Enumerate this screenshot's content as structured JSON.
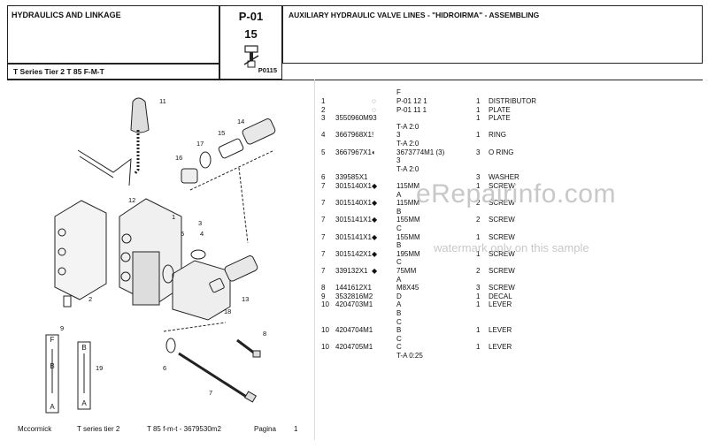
{
  "header": {
    "section_title": "HYDRAULICS AND LINKAGE",
    "series": "T Series Tier 2  T 85 F-M-T",
    "page_code": "P-01",
    "page_number": "15",
    "figure_ref": "P0115",
    "assembly_title": "AUXILIARY HYDRAULIC VALVE LINES - \"HIDROIRMA\" - ASSEMBLING"
  },
  "diagram": {
    "callouts": [
      "11",
      "14",
      "15",
      "17",
      "16",
      "12",
      "1",
      "3",
      "5",
      "4",
      "2",
      "13",
      "18",
      "9",
      "8",
      "6",
      "19",
      "7"
    ],
    "indicator_left": [
      "F",
      "B",
      "A"
    ],
    "indicator_right": [
      "B",
      "A"
    ]
  },
  "parts": {
    "column_header": "F",
    "rows": [
      {
        "item": "1",
        "part": "",
        "ref": "P-01 12  1",
        "qty": "1",
        "desc": "DISTRIBUTOR",
        "icon": "circle"
      },
      {
        "item": "2",
        "part": "",
        "ref": "P-01 11  1",
        "qty": "1",
        "desc": "PLATE",
        "icon": "circle"
      },
      {
        "item": "3",
        "part": "3550960M93",
        "ref": "",
        "qty": "1",
        "desc": "PLATE",
        "icon": ""
      },
      {
        "item": "",
        "part": "",
        "ref": "T-A 2:0",
        "qty": "",
        "desc": "",
        "icon": ""
      },
      {
        "item": "4",
        "part": "3667968X1",
        "ref": "3",
        "qty": "1",
        "desc": "RING",
        "icon": "exclaim"
      },
      {
        "item": "",
        "part": "",
        "ref": "T-A 2:0",
        "qty": "",
        "desc": "",
        "icon": ""
      },
      {
        "item": "5",
        "part": "3667967X1",
        "ref": "3673774M1  (3)",
        "qty": "3",
        "desc": "O RING",
        "icon": "dotcircle"
      },
      {
        "item": "",
        "part": "",
        "ref": "3",
        "qty": "",
        "desc": "",
        "icon": ""
      },
      {
        "item": "",
        "part": "",
        "ref": "T-A 2:0",
        "qty": "",
        "desc": "",
        "icon": ""
      },
      {
        "item": "6",
        "part": "339585X1",
        "ref": "",
        "qty": "3",
        "desc": "WASHER",
        "icon": ""
      },
      {
        "item": "7",
        "part": "3015140X1",
        "ref": "115MM",
        "qty": "1",
        "desc": "SCREW",
        "icon": "diamond"
      },
      {
        "item": "",
        "part": "",
        "ref": "A",
        "qty": "",
        "desc": "",
        "icon": ""
      },
      {
        "item": "7",
        "part": "3015140X1",
        "ref": "115MM",
        "qty": "2",
        "desc": "SCREW",
        "icon": "diamond"
      },
      {
        "item": "",
        "part": "",
        "ref": "B",
        "qty": "",
        "desc": "",
        "icon": ""
      },
      {
        "item": "7",
        "part": "3015141X1",
        "ref": "155MM",
        "qty": "2",
        "desc": "SCREW",
        "icon": "diamond"
      },
      {
        "item": "",
        "part": "",
        "ref": "C",
        "qty": "",
        "desc": "",
        "icon": ""
      },
      {
        "item": "7",
        "part": "3015141X1",
        "ref": "155MM",
        "qty": "1",
        "desc": "SCREW",
        "icon": "diamond"
      },
      {
        "item": "",
        "part": "",
        "ref": "B",
        "qty": "",
        "desc": "",
        "icon": ""
      },
      {
        "item": "7",
        "part": "3015142X1",
        "ref": "195MM",
        "qty": "1",
        "desc": "SCREW",
        "icon": "diamond"
      },
      {
        "item": "",
        "part": "",
        "ref": "C",
        "qty": "",
        "desc": "",
        "icon": ""
      },
      {
        "item": "7",
        "part": "339132X1",
        "ref": "75MM",
        "qty": "2",
        "desc": "SCREW",
        "icon": "diamond"
      },
      {
        "item": "",
        "part": "",
        "ref": "A",
        "qty": "",
        "desc": "",
        "icon": ""
      },
      {
        "item": "8",
        "part": "1441612X1",
        "ref": "M8X45",
        "qty": "3",
        "desc": "SCREW",
        "icon": ""
      },
      {
        "item": "9",
        "part": "3532816M2",
        "ref": "D",
        "qty": "1",
        "desc": "DECAL",
        "icon": ""
      },
      {
        "item": "10",
        "part": "4204703M1",
        "ref": "A",
        "qty": "1",
        "desc": "LEVER",
        "icon": ""
      },
      {
        "item": "",
        "part": "",
        "ref": "B",
        "qty": "",
        "desc": "",
        "icon": ""
      },
      {
        "item": "",
        "part": "",
        "ref": "C",
        "qty": "",
        "desc": "",
        "icon": ""
      },
      {
        "item": "10",
        "part": "4204704M1",
        "ref": "B",
        "qty": "1",
        "desc": "LEVER",
        "icon": ""
      },
      {
        "item": "",
        "part": "",
        "ref": "C",
        "qty": "",
        "desc": "",
        "icon": ""
      },
      {
        "item": "10",
        "part": "4204705M1",
        "ref": "C",
        "qty": "1",
        "desc": "LEVER",
        "icon": ""
      },
      {
        "item": "",
        "part": "",
        "ref": "T-A 0:25",
        "qty": "",
        "desc": "",
        "icon": ""
      }
    ]
  },
  "footer": {
    "brand": "Mccormick",
    "series": "T series tier 2",
    "model": "T 85 f-m-t - 3679530m2",
    "page_label": "Pagina",
    "page_number": "1"
  },
  "watermark": {
    "site": "eRepairinfo.com",
    "note": "watermark only on this sample"
  }
}
